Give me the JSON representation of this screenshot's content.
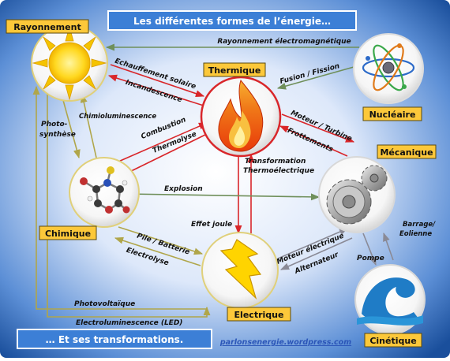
{
  "title": "Les différentes formes de l’énergie…",
  "subtitle": "… Et ses transformations.",
  "website": "parlonsenergie.wordpress.com",
  "nodes": {
    "rayonnement": "Rayonnement",
    "thermique": "Thermique",
    "nucleaire": "Nucléaire",
    "mecanique": "Mécanique",
    "chimique": "Chimique",
    "electrique": "Electrique",
    "cinetique": "Cinétique"
  },
  "transformations": {
    "rayonnement_electromagnetique": "Rayonnement électromagnétique",
    "echauffement_solaire": "Echauffement solaire",
    "incandescence": "Incandescence",
    "fusion_fission": "Fusion / Fission",
    "photosynthese_1": "Photo-",
    "photosynthese_2": "synthèse",
    "chimioluminescence": "Chimioluminescence",
    "combustion": "Combustion",
    "thermolyse": "Thermolyse",
    "moteur_turbine": "Moteur / Turbine",
    "frottements": "Frottements",
    "transformation_1": "Transformation",
    "transformation_2": "Thermoélectrique",
    "explosion": "Explosion",
    "effet_joule": "Effet joule",
    "pile_batterie": "Pile / Batterie",
    "electrolyse": "Electrolyse",
    "moteur_electrique": "Moteur électrique",
    "alternateur": "Alternateur",
    "barrage_1": "Barrage/",
    "barrage_2": "Eolienne",
    "pompe": "Pompe",
    "photovoltaique": "Photovoltaïque",
    "electroluminescence": "Electroluminescence (LED)"
  },
  "colors": {
    "bg_dark": "#0d4f9e",
    "bg_light": "#eef4ff",
    "label_box": "#fcc83a",
    "banner": "#3c7fd6",
    "red_arrow": "#d9262a",
    "olive_arrow": "#b0a64a",
    "green_arrow": "#6f8f5a",
    "grey_arrow": "#8a8a96"
  }
}
